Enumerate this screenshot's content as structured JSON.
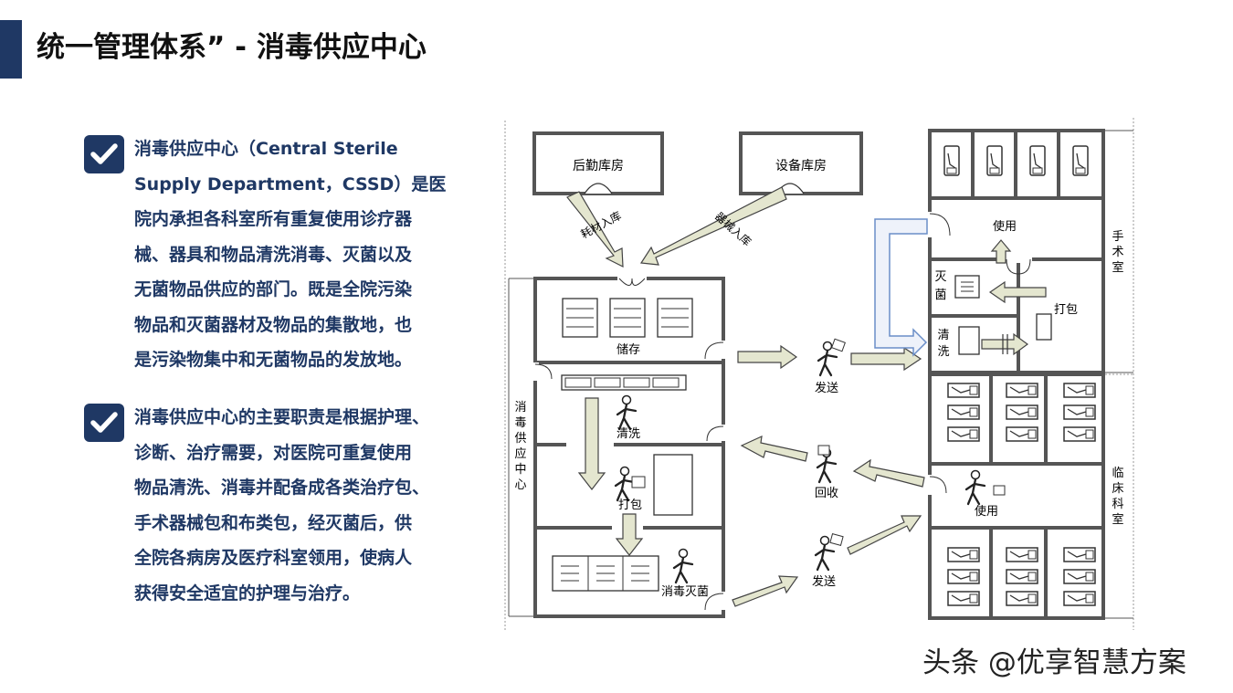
{
  "title": "统一管理体系” - 消毒供应中心",
  "paragraphs": [
    {
      "text": "消毒供应中心（Central Sterile\nSupply Department，CSSD）是医\n院内承担各科室所有重复使用诊疗器\n械、器具和物品清洗消毒、灭菌以及\n无菌物品供应的部门。既是全院污染\n物品和灭菌器材及物品的集散地，也\n是污染物集中和无菌物品的发放地。"
    },
    {
      "text": "消毒供应中心的主要职责是根据护理、\n诊断、治疗需要，对医院可重复使用\n物品清洗、消毒并配备成各类治疗包、\n手术器械包和布类包，经灭菌后，供\n全院各病房及医疗科室领用，使病人\n获得安全适宜的护理与治疗。"
    }
  ],
  "diagram": {
    "logistics_store": "后勤库房",
    "equipment_store": "设备库房",
    "consumables_in": "耗材入库",
    "equipment_in": "器械入库",
    "cssd_label": [
      "消",
      "毒",
      "供",
      "应",
      "中",
      "心"
    ],
    "storage": "储存",
    "washing": "清洗",
    "packing": "打包",
    "sterilize_disinfect": "消毒灭菌",
    "send_top": "发送",
    "recycle": "回收",
    "send_bottom": "发送",
    "or_label": [
      "手",
      "术",
      "室"
    ],
    "or_use": "使用",
    "or_sterilize": [
      "灭",
      "菌"
    ],
    "or_pack": "打包",
    "or_wash": [
      "清",
      "洗"
    ],
    "clinic_label": [
      "临",
      "床",
      "科",
      "室"
    ],
    "clinic_use": "使用"
  },
  "watermark": "头条 @优享智慧方案"
}
